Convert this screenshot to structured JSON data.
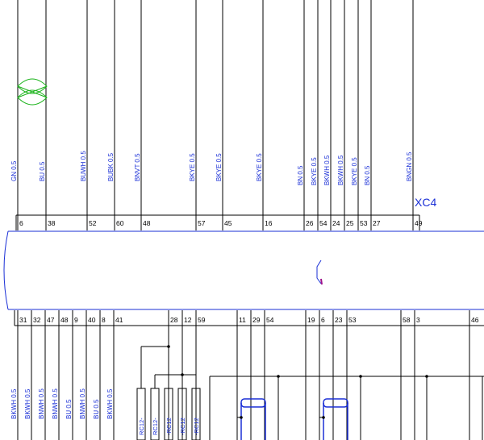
{
  "connector": {
    "name": "XC4"
  },
  "top_wires": [
    {
      "color": "GN 0.5",
      "pin": "6"
    },
    {
      "color": "BU 0.5",
      "pin": "38"
    },
    {
      "color": "BUWH 0.5",
      "pin": "52"
    },
    {
      "color": "BUBK 0.5",
      "pin": "60"
    },
    {
      "color": "BNVT 0.5",
      "pin": "48"
    },
    {
      "color": "BKYE 0.5",
      "pin": "57"
    },
    {
      "color": "BKYE 0.5",
      "pin": "45"
    },
    {
      "color": "BKYE 0.5",
      "pin": "16"
    },
    {
      "color": "BN 0.5",
      "pin": "26"
    },
    {
      "color": "BKYE 0.5",
      "pin": "54"
    },
    {
      "color": "BKWH 0.5",
      "pin": "24"
    },
    {
      "color": "BKWH 0.5",
      "pin": "25"
    },
    {
      "color": "BKYE 0.5",
      "pin": "53"
    },
    {
      "color": "BN 0.5",
      "pin": "27"
    },
    {
      "color": "BNGN 0.5",
      "pin": "49"
    }
  ],
  "bottom_pins": [
    "31",
    "32",
    "47",
    "48",
    "9",
    "40",
    "8",
    "41",
    "28",
    "12",
    "59",
    "11",
    "29",
    "54",
    "19",
    "6",
    "23",
    "53",
    "58",
    "3",
    "46"
  ],
  "bottom_wires": [
    {
      "color": "BKWH 0.5"
    },
    {
      "color": "BKWH 0.5"
    },
    {
      "color": "BNWH 0.5"
    },
    {
      "color": "BNWH 0.5"
    },
    {
      "color": "BU 0.5"
    },
    {
      "color": "BNWH 0.5"
    },
    {
      "color": "BU 0.5"
    },
    {
      "color": "BKWH 0.5"
    }
  ],
  "rc_labels": [
    "RC12-",
    "RC12-",
    "-RC12",
    "-RC12",
    "-RC12"
  ]
}
